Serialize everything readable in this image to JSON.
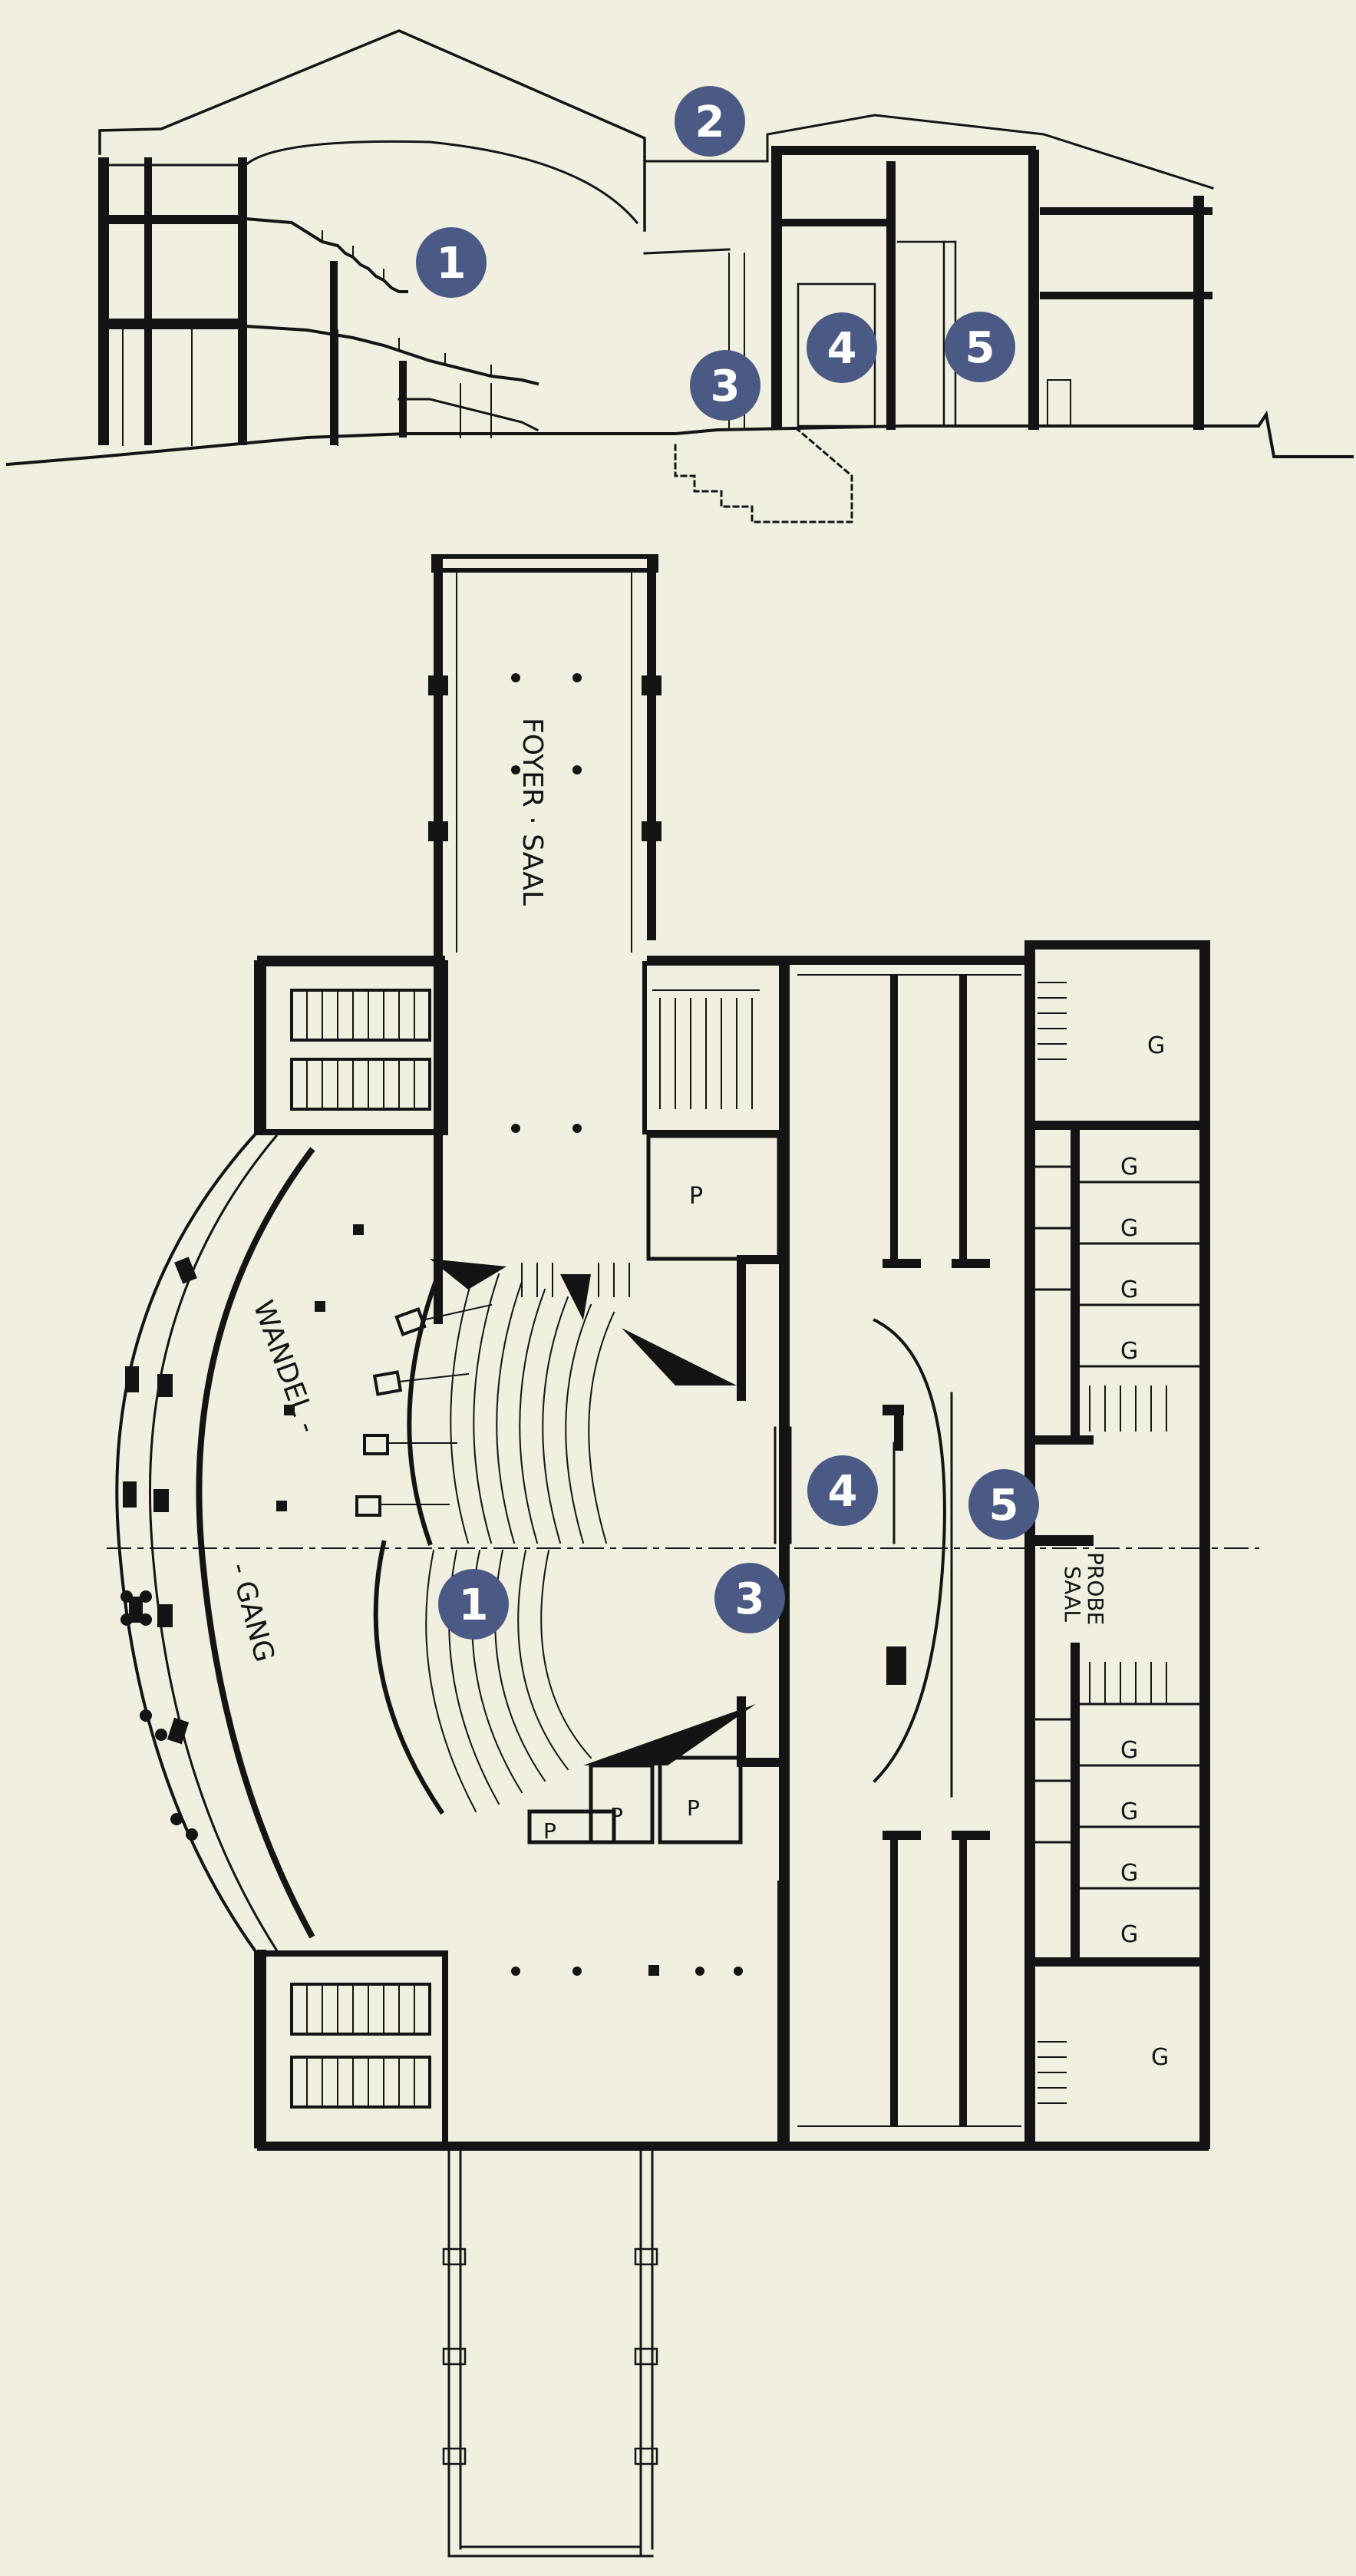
{
  "colors": {
    "background": "#f1efdf",
    "ink": "#141414",
    "marker": "#4a5a85",
    "marker_text": "#ffffff"
  },
  "markers": {
    "m1": "1",
    "m2": "2",
    "m3": "3",
    "m4": "4",
    "m5": "5"
  },
  "plan_labels": {
    "foyer": "FOYER · SAAL",
    "wandel": "WANDEL -",
    "gang": "- GANG",
    "probe_1": "PROBE",
    "probe_2": "SAAL",
    "g": "G",
    "p": "P"
  }
}
